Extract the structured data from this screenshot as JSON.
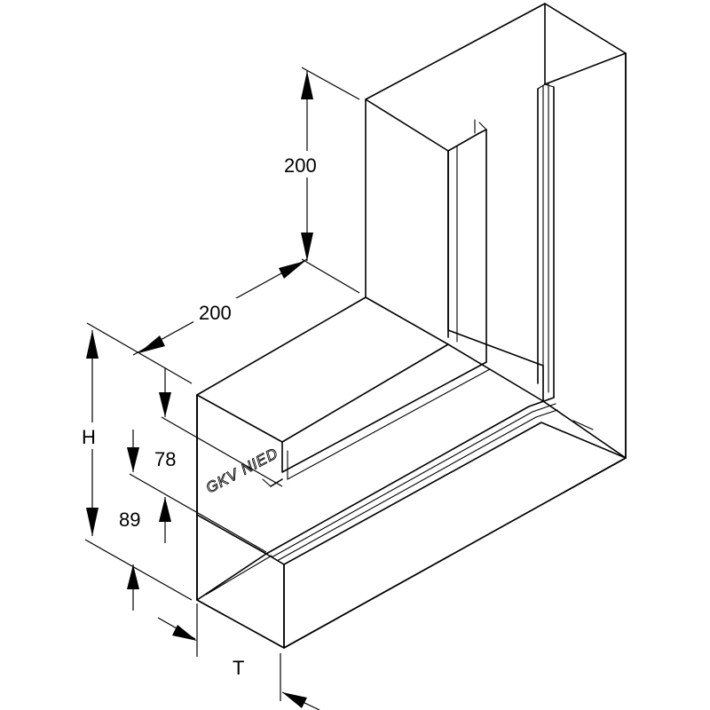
{
  "dimensions": {
    "vertical_leg": "200",
    "horizontal_leg": "200",
    "height": "H",
    "upper_offset": "78",
    "lower_offset": "89",
    "thickness": "T"
  },
  "brand_text": "GKV NIED"
}
